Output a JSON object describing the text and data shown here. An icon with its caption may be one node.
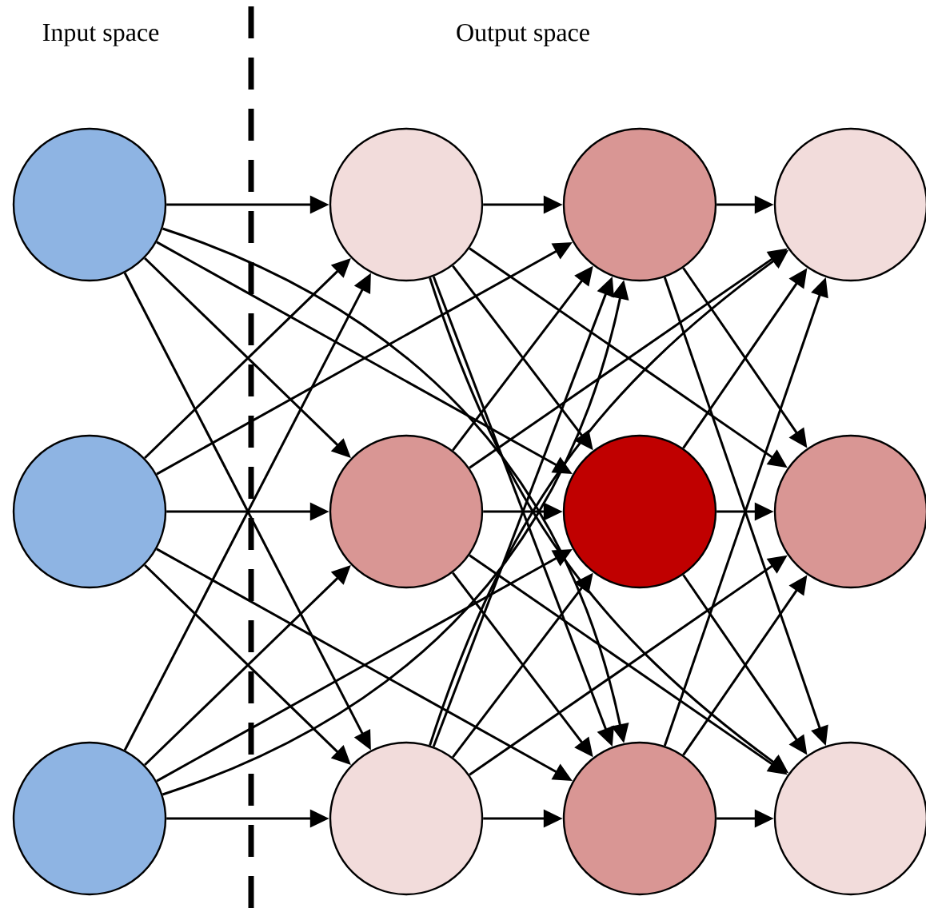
{
  "diagram": {
    "nodes": [
      {
        "text": [],
        "shape": "circle"
      },
      {
        "text": [],
        "shape": "circle"
      },
      {
        "text": [],
        "shape": "circle"
      },
      {
        "text": [],
        "shape": "circle"
      },
      {
        "text": [],
        "shape": "circle"
      },
      {
        "text": [],
        "shape": "circle"
      },
      {
        "text": [],
        "shape": "circle"
      },
      {
        "text": [],
        "shape": "circle"
      },
      {
        "text": [],
        "shape": "circle"
      },
      {
        "text": [],
        "shape": "circle"
      },
      {
        "text": [],
        "shape": "circle"
      },
      {
        "text": [],
        "shape": "circle"
      }
    ],
    "edges": [
      {
        "from": 0,
        "to": 3,
        "arrow": "to"
      },
      {
        "from": 0,
        "to": 4,
        "arrow": "to"
      },
      {
        "from": 0,
        "to": 5,
        "arrow": "to"
      },
      {
        "from": 1,
        "to": 3,
        "arrow": "to"
      },
      {
        "from": 1,
        "to": 4,
        "arrow": "to"
      },
      {
        "from": 1,
        "to": 5,
        "arrow": "to"
      },
      {
        "from": 2,
        "to": 3,
        "arrow": "to"
      },
      {
        "from": 2,
        "to": 4,
        "arrow": "to"
      },
      {
        "from": 2,
        "to": 5,
        "arrow": "to"
      },
      {
        "from": 0,
        "to": 7,
        "arrow": "to"
      },
      {
        "from": 0,
        "to": 8,
        "arrow": "to"
      },
      {
        "from": 1,
        "to": 6,
        "arrow": "to"
      },
      {
        "from": 1,
        "to": 8,
        "arrow": "to"
      },
      {
        "from": 2,
        "to": 6,
        "arrow": "to"
      },
      {
        "from": 2,
        "to": 7,
        "arrow": "to"
      },
      {
        "from": 3,
        "to": 6,
        "arrow": "to"
      },
      {
        "from": 3,
        "to": 7,
        "arrow": "to"
      },
      {
        "from": 3,
        "to": 8,
        "arrow": "to"
      },
      {
        "from": 4,
        "to": 6,
        "arrow": "to"
      },
      {
        "from": 4,
        "to": 7,
        "arrow": "to"
      },
      {
        "from": 4,
        "to": 8,
        "arrow": "to"
      },
      {
        "from": 5,
        "to": 6,
        "arrow": "to"
      },
      {
        "from": 5,
        "to": 7,
        "arrow": "to"
      },
      {
        "from": 5,
        "to": 8,
        "arrow": "to"
      },
      {
        "from": 3,
        "to": 10,
        "arrow": "to"
      },
      {
        "from": 3,
        "to": 11,
        "arrow": "to"
      },
      {
        "from": 4,
        "to": 9,
        "arrow": "to"
      },
      {
        "from": 4,
        "to": 11,
        "arrow": "to"
      },
      {
        "from": 5,
        "to": 9,
        "arrow": "to"
      },
      {
        "from": 5,
        "to": 10,
        "arrow": "to"
      },
      {
        "from": 6,
        "to": 9,
        "arrow": "to"
      },
      {
        "from": 6,
        "to": 10,
        "arrow": "to"
      },
      {
        "from": 6,
        "to": 11,
        "arrow": "to"
      },
      {
        "from": 7,
        "to": 9,
        "arrow": "to"
      },
      {
        "from": 7,
        "to": 10,
        "arrow": "to"
      },
      {
        "from": 7,
        "to": 11,
        "arrow": "to"
      },
      {
        "from": 8,
        "to": 9,
        "arrow": "to"
      },
      {
        "from": 8,
        "to": 10,
        "arrow": "to"
      },
      {
        "from": 8,
        "to": 11,
        "arrow": "to"
      }
    ],
    "labels": [
      "Input space",
      "Output space"
    ]
  }
}
